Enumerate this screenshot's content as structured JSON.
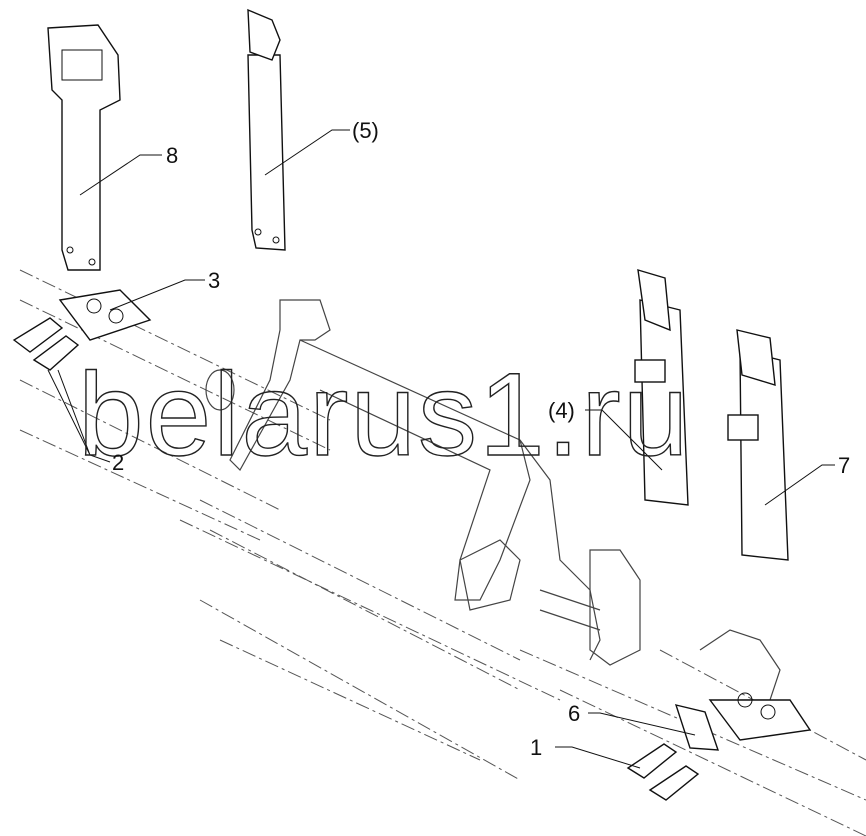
{
  "labels": {
    "p1": "1",
    "p2": "2",
    "p3": "3",
    "p4": "(4)",
    "p5": "(5)",
    "p6": "6",
    "p7": "7",
    "p8": "8"
  },
  "watermark": "belarus1.ru"
}
